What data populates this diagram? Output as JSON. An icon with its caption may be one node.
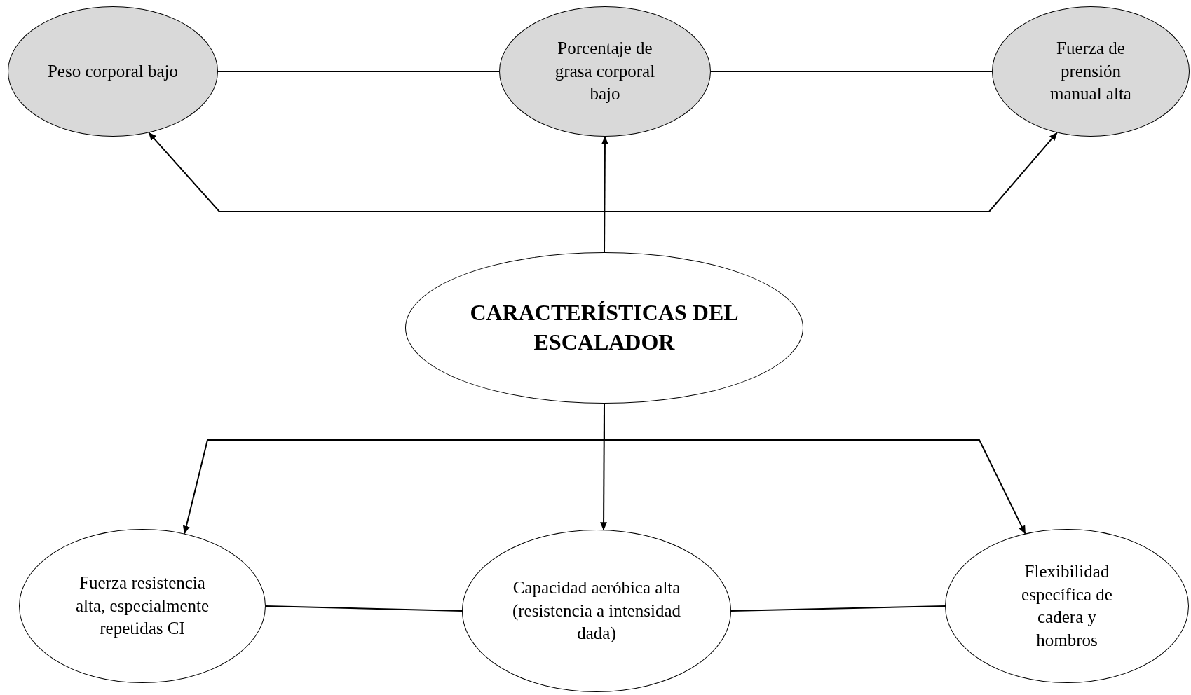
{
  "diagram": {
    "nodes": [
      {
        "text": [
          "Peso corporal bajo"
        ]
      },
      {
        "text": [
          "Porcentaje de grasa corporal bajo"
        ]
      },
      {
        "text": [
          "Fuerza de prensión manual alta"
        ]
      },
      {
        "text": [
          "CARACTERÍSTICAS DEL ESCALADOR"
        ]
      },
      {
        "text": [
          "Fuerza resistencia alta, especialmente repetidas CI"
        ]
      },
      {
        "text": [
          "Capacidad aeróbica alta (resistencia a intensidad dada)"
        ]
      },
      {
        "text": [
          "Flexibilidad específica de cadera y hombros"
        ]
      }
    ],
    "edges": [
      {
        "from": 0,
        "to": 1,
        "arrow": "none"
      },
      {
        "from": 1,
        "to": 2,
        "arrow": "none"
      },
      {
        "from": 3,
        "to": 0,
        "arrow": "to"
      },
      {
        "from": 3,
        "to": 1,
        "arrow": "to"
      },
      {
        "from": 3,
        "to": 2,
        "arrow": "to"
      },
      {
        "from": 3,
        "to": 4,
        "arrow": "to"
      },
      {
        "from": 3,
        "to": 5,
        "arrow": "to"
      },
      {
        "from": 3,
        "to": 6,
        "arrow": "to"
      },
      {
        "from": 4,
        "to": 5,
        "arrow": "none"
      },
      {
        "from": 5,
        "to": 6,
        "arrow": "none"
      }
    ]
  }
}
